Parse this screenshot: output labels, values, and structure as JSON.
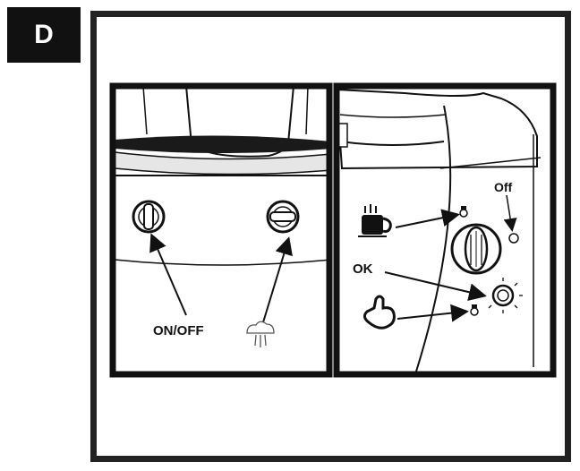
{
  "figure": {
    "badge": "D",
    "left_panel": {
      "onoff_label": "ON/OFF",
      "steam_icon": "steam-icon"
    },
    "right_panel": {
      "off_label": "Off",
      "ok_label": "OK",
      "coffee_icon": "coffee-cup-icon",
      "hand_icon": "hand-pointer-icon",
      "lamp_icon": "indicator-lamp-icon"
    }
  }
}
